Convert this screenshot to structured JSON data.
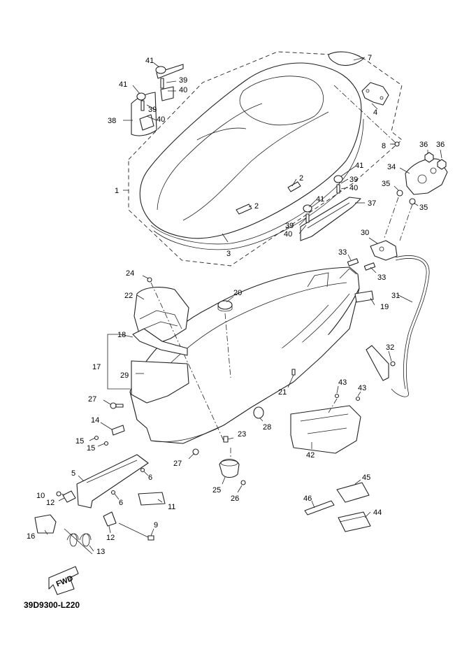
{
  "drawing_code": "39D9300-L220",
  "fwd_label": "FWD",
  "callouts": [
    "1",
    "2",
    "2",
    "3",
    "4",
    "5",
    "6",
    "6",
    "7",
    "8",
    "9",
    "10",
    "11",
    "12",
    "12",
    "13",
    "14",
    "15",
    "15",
    "16",
    "17",
    "18",
    "19",
    "20",
    "21",
    "22",
    "23",
    "24",
    "25",
    "26",
    "27",
    "27",
    "28",
    "29",
    "30",
    "31",
    "32",
    "33",
    "33",
    "34",
    "35",
    "35",
    "36",
    "36",
    "37",
    "38",
    "39",
    "39",
    "39",
    "40",
    "40",
    "40",
    "40",
    "41",
    "41",
    "41",
    "41",
    "42",
    "43",
    "43",
    "44",
    "45",
    "46"
  ]
}
